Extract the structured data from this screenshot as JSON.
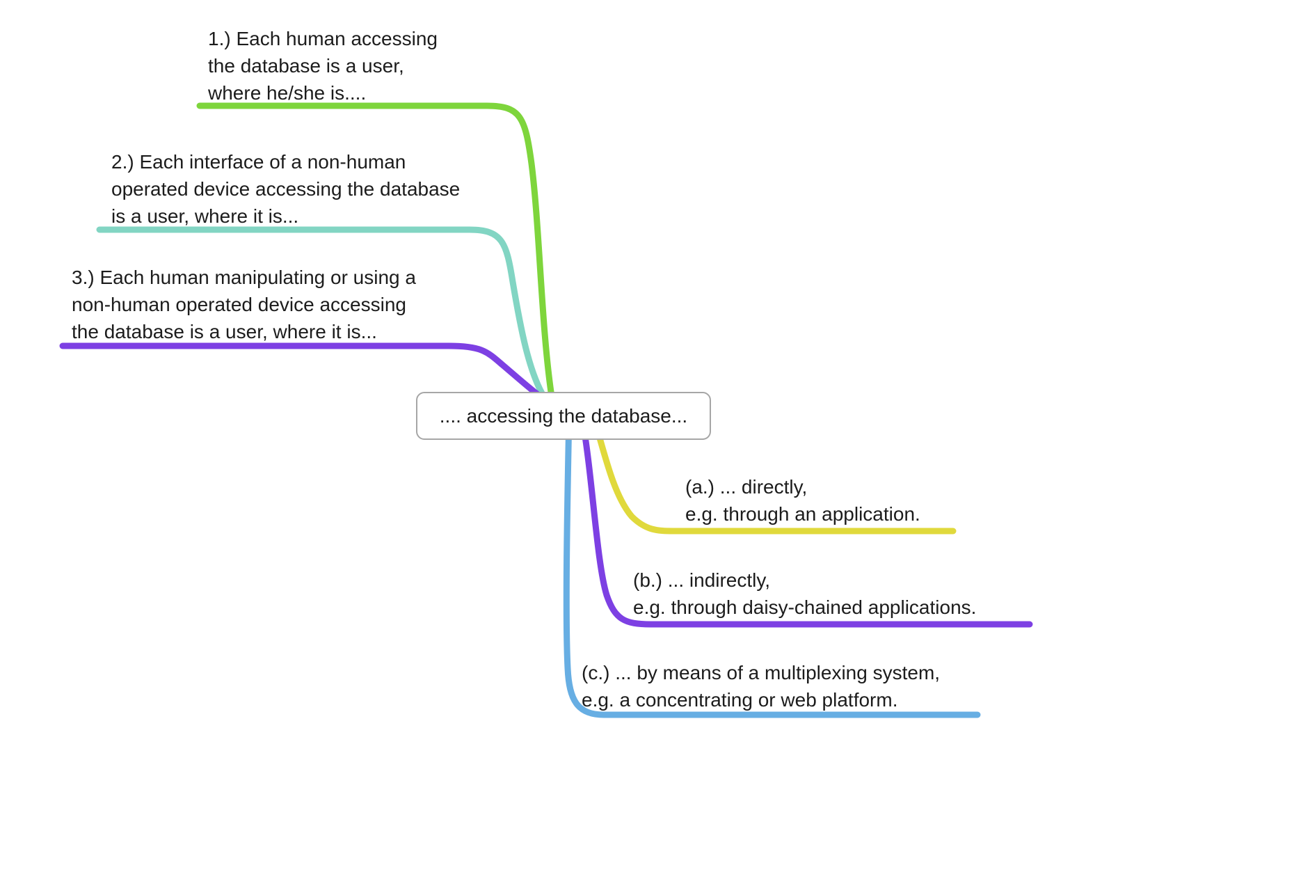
{
  "center_node": {
    "label": ".... accessing the database..."
  },
  "left_branches": [
    {
      "id": "branch-1",
      "label": "1.) Each human accessing\nthe database is a user,\nwhere he/she is....",
      "color": "#7ed53c"
    },
    {
      "id": "branch-2",
      "label": "2.) Each interface of a non-human\noperated device accessing the database\nis a user, where it is...",
      "color": "#82d5c3"
    },
    {
      "id": "branch-3",
      "label": "3.) Each human manipulating or using a\nnon-human operated device accessing\nthe database is a user, where it is...",
      "color": "#7d40e3"
    }
  ],
  "right_branches": [
    {
      "id": "branch-a",
      "label": "(a.) ... directly,\ne.g. through an application.",
      "color": "#e0d93c"
    },
    {
      "id": "branch-b",
      "label": "(b.) ... indirectly,\ne.g. through daisy-chained applications.",
      "color": "#7d40e3"
    },
    {
      "id": "branch-c",
      "label": "(c.) ... by means of a multiplexing system,\ne.g. a concentrating or web platform.",
      "color": "#67aee3"
    }
  ]
}
